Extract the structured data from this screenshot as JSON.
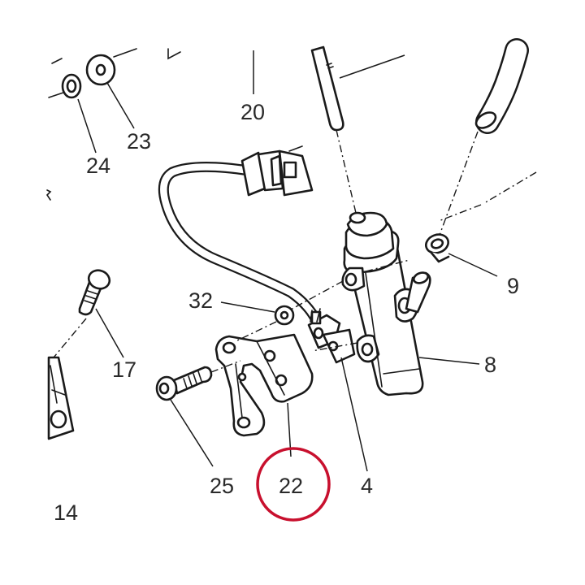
{
  "callouts": {
    "c20": "20",
    "c23": "23",
    "c24": "24",
    "c9": "9",
    "c32": "32",
    "c17": "17",
    "c8": "8",
    "c25": "25",
    "c22": "22",
    "c4": "4",
    "c14": "14"
  },
  "highlight": {
    "target": "22",
    "color": "#c8102e"
  }
}
